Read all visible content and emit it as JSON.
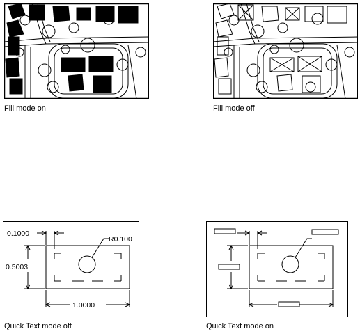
{
  "figures": [
    {
      "caption": "Fill mode on"
    },
    {
      "caption": "Fill mode off"
    },
    {
      "caption": "Quick Text mode off"
    },
    {
      "caption": "Quick Text mode on"
    }
  ],
  "dimensions": {
    "top_offset": "0.1000",
    "height": "0.5003",
    "width": "1.0000",
    "radius": "R0.100"
  }
}
